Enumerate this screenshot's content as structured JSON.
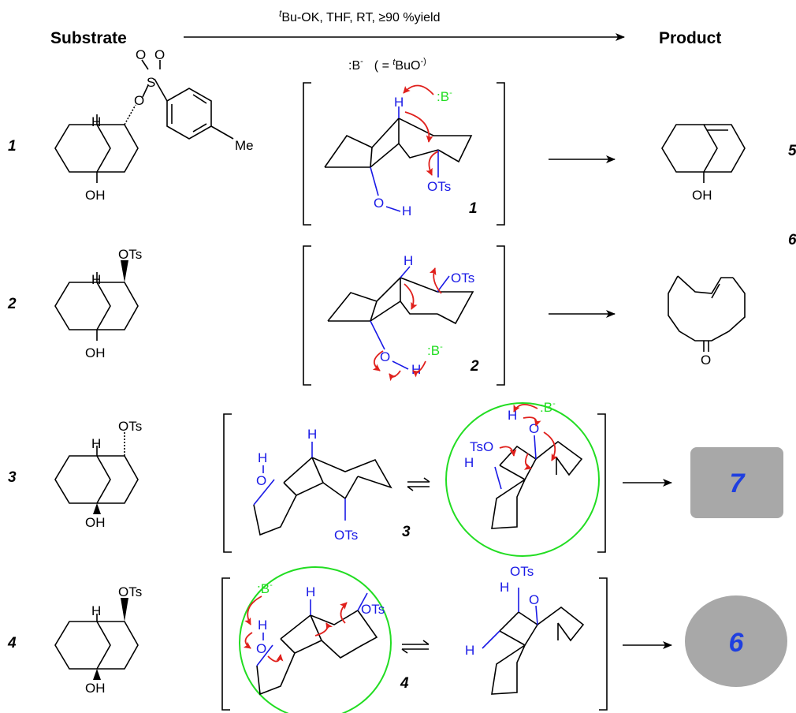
{
  "headers": {
    "substrate": "Substrate",
    "product": "Product"
  },
  "conditions": {
    "superscript": "t",
    "text": "Bu-OK, THF, RT, ≥90 %yield"
  },
  "base_note": {
    "prefix": ":B",
    "charge": "-",
    "eq": "( = ",
    "t": "t",
    "rest": "BuO",
    "close": "-)"
  },
  "labels": {
    "row1": "1",
    "row2": "2",
    "row3": "3",
    "row4": "4",
    "ts1": "1",
    "ts2": "2",
    "ts3": "3",
    "ts4": "4",
    "p1": "5",
    "p2": "6"
  },
  "atoms": {
    "OH": "OH",
    "OTs": "OTs",
    "TsO": "TsO",
    "H": "H",
    "O": "O",
    "Me": "Me",
    "S": "S",
    "base": ":B",
    "minus": "-"
  },
  "results": {
    "row3": "7",
    "row4": "6"
  },
  "colors": {
    "black": "#000000",
    "blue": "#1a1ae6",
    "red": "#e0201c",
    "green": "#22dd22",
    "box": "#a8a8a8",
    "result_text": "#1f3fe0"
  }
}
